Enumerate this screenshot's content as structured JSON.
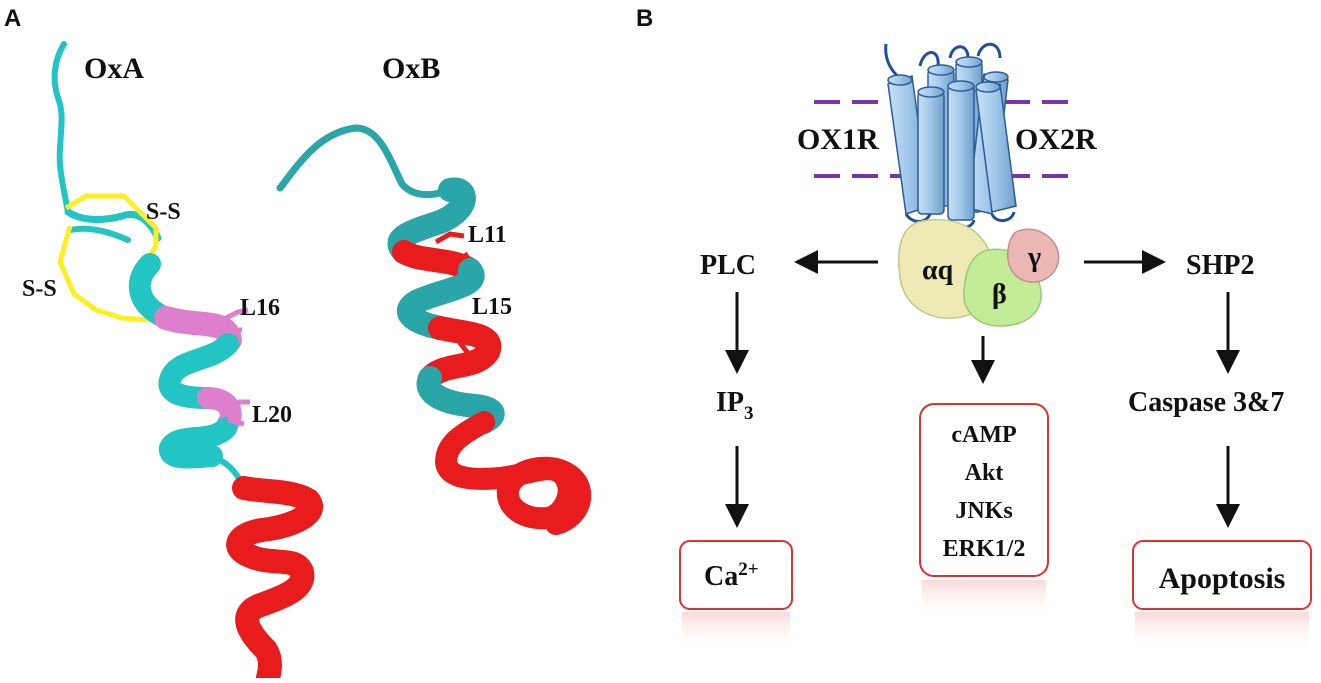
{
  "panels": {
    "a": "A",
    "b": "B"
  },
  "structure": {
    "oxa_title": "OxA",
    "oxb_title": "OxB",
    "ss_1": "S-S",
    "ss_2": "S-S",
    "l16": "L16",
    "l20": "L20",
    "l11": "L11",
    "l15": "L15"
  },
  "receptor": {
    "ox1r": "OX1R",
    "ox2r": "OX2R",
    "gq": "αq",
    "gb": "β",
    "gg": "γ"
  },
  "pathways": {
    "plc": "PLC",
    "ip3_base": "IP",
    "ip3_sub": "3",
    "ca_base": "Ca",
    "ca_sup": "2+",
    "shp2": "SHP2",
    "caspase": "Caspase 3&7",
    "apoptosis": "Apoptosis",
    "kinases": [
      "cAMP",
      "Akt",
      "JNKs",
      "ERK1/2"
    ]
  },
  "colors": {
    "cyan": "#22c4c4",
    "teal": "#2aa5a8",
    "red": "#e81c1c",
    "yellow": "#ffee22",
    "pink": "#de7fcd",
    "membrane": "#7a35a8",
    "helix": "#9ec7e8",
    "box_border": "#e03030",
    "gq": "#eeeab5",
    "gb": "#c3ec98",
    "gg": "#ebb7b5"
  }
}
